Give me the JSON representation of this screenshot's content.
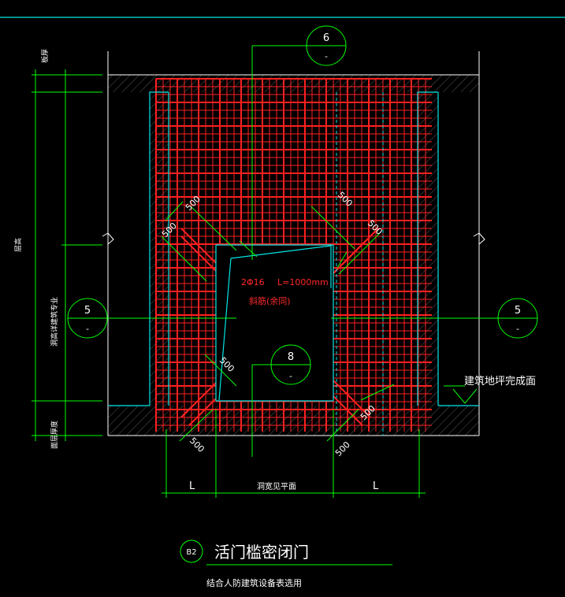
{
  "section_marks": {
    "top": {
      "number": "6",
      "sub": "-"
    },
    "left": {
      "number": "5",
      "sub": "-"
    },
    "right": {
      "number": "5",
      "sub": "-"
    },
    "center": {
      "number": "8",
      "sub": "-"
    }
  },
  "dimensions": {
    "d500": "500",
    "L": "L",
    "opening_width": "洞宽见平面"
  },
  "vertical_labels": {
    "slab": "板厚",
    "floor_height": "层高",
    "opening_height": "洞高详建筑专业",
    "surface": "面层厚度"
  },
  "rebar": {
    "spec": "2Φ16",
    "length": "L=1000mm",
    "note": "斜筋(余同)"
  },
  "floor_label": "建筑地坪完成面",
  "title": {
    "badge": "B2",
    "main": "活门槛密闭门",
    "sub": "结合人防建筑设备表选用"
  },
  "colors": {
    "green": "#00ff00",
    "cyan": "#00e5e5",
    "red": "#ff2020",
    "white": "#ffffff"
  }
}
